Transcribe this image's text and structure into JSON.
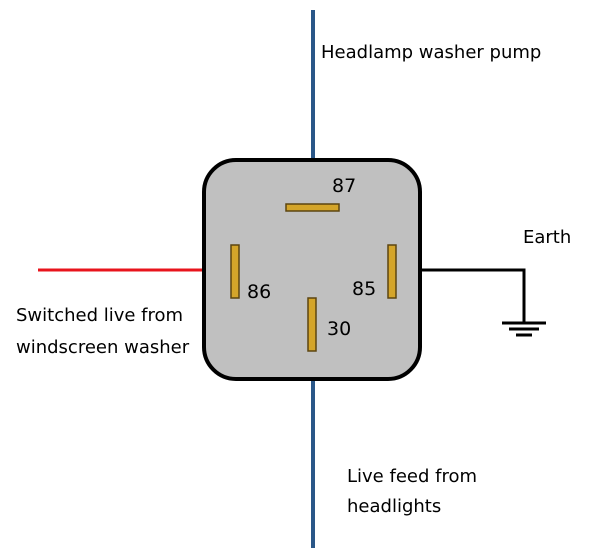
{
  "relay": {
    "pins": {
      "p87": "87",
      "p86": "86",
      "p85": "85",
      "p30": "30"
    }
  },
  "labels": {
    "top": "Headlamp washer pump",
    "earth": "Earth",
    "left_line1": "Switched live from",
    "left_line2": "windscreen washer",
    "bottom_line1": "Live feed from",
    "bottom_line2": "headlights"
  },
  "colors": {
    "body_fill": "#c0c0c0",
    "body_stroke": "#000000",
    "pin_fill": "#d4a52a",
    "pin_stroke": "#5c4510",
    "wire_blue": "#2a5788",
    "wire_red": "#e8141c",
    "wire_black": "#000000"
  }
}
